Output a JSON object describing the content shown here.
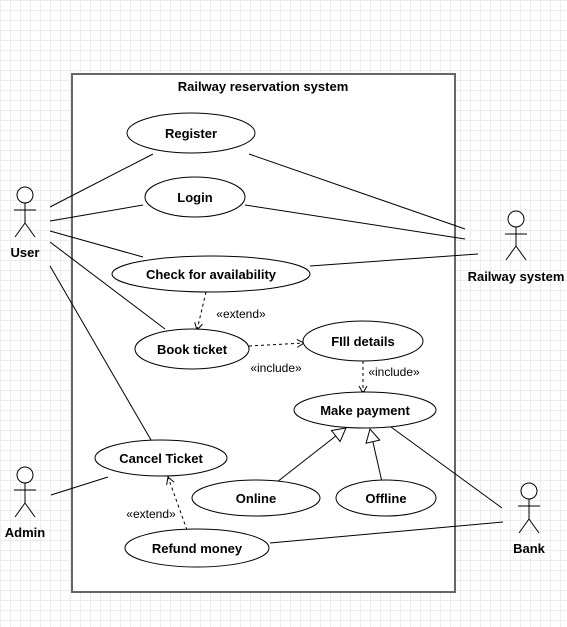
{
  "system": {
    "title": "Railway reservation system"
  },
  "actors": {
    "user": "User",
    "admin": "Admin",
    "railway_system": "Railway system",
    "bank": "Bank"
  },
  "use_cases": {
    "register": "Register",
    "login": "Login",
    "check_availability": "Check for availability",
    "book_ticket": "Book ticket",
    "fill_details": "FIll details",
    "make_payment": "Make payment",
    "cancel_ticket": "Cancel Ticket",
    "online": "Online",
    "offline": "Offline",
    "refund_money": "Refund money"
  },
  "relations": {
    "extend_book": "«extend»",
    "include_fill": "«include»",
    "include_payment": "«include»",
    "extend_refund": "«extend»"
  },
  "colors": {
    "stroke": "#000000",
    "boundary": "#666666",
    "background": "#ffffff",
    "grid": "#ececec"
  }
}
